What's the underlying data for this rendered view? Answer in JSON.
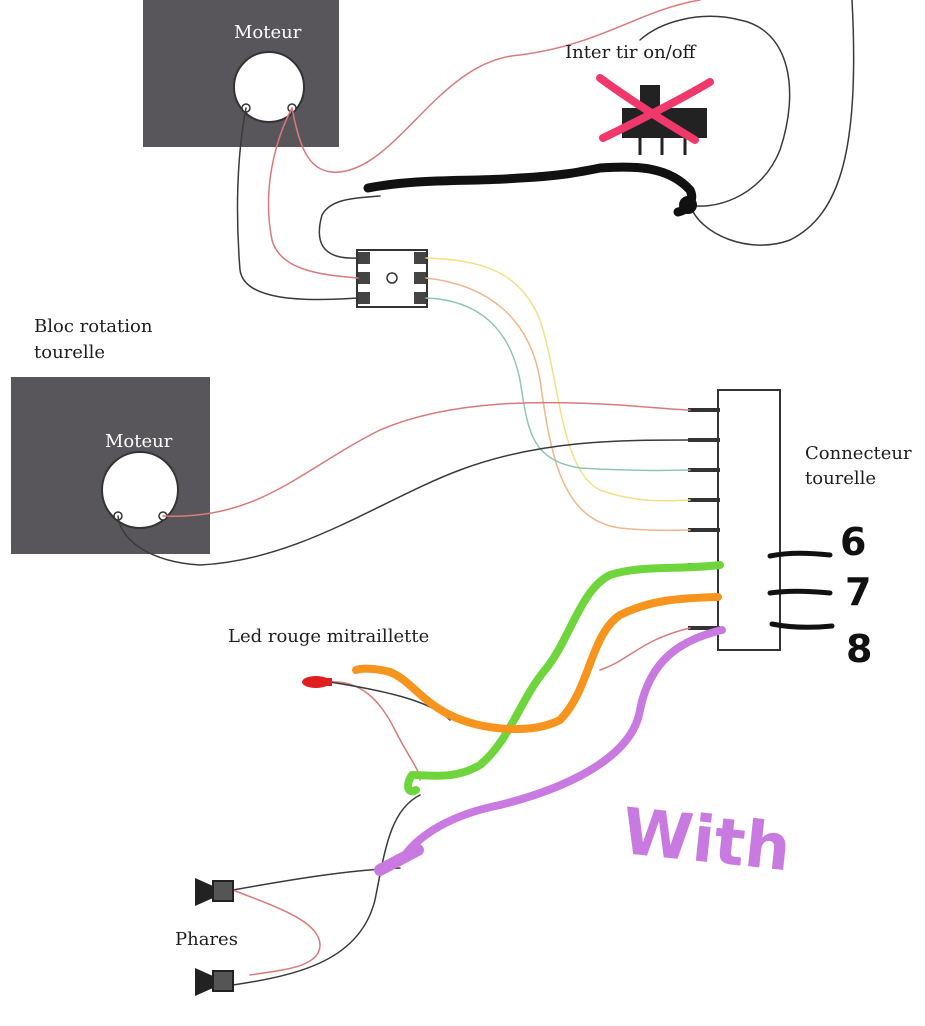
{
  "labels": {
    "motor_top": "Moteur",
    "switch": "Inter tir on/off",
    "bloc_rotation_line1": "Bloc rotation",
    "bloc_rotation_line2": "tourelle",
    "motor_left": "Moteur",
    "connector_line1": "Connecteur",
    "connector_line2": "tourelle",
    "led": "Led rouge mitraillette",
    "phares": "Phares"
  },
  "handwritten": {
    "pin6": "6",
    "pin7": "7",
    "pin8": "8",
    "note": "With"
  },
  "colors": {
    "box_fill": "#58565a",
    "wire_red": "#d97a7a",
    "wire_black": "#3a3a3a",
    "wire_yellow": "#f2df8a",
    "wire_orange_thin": "#f0b58a",
    "wire_teal": "#8ec6b4",
    "marker_black": "#111111",
    "marker_green": "#6ed63c",
    "marker_orange": "#f7941d",
    "marker_purple": "#c97ae0",
    "marker_pink": "#f0386b",
    "led_red": "#e02020"
  },
  "icons": [
    "motor-circle",
    "switch-symbol",
    "relay-block",
    "connector-block",
    "led-symbol",
    "speaker-symbol"
  ]
}
